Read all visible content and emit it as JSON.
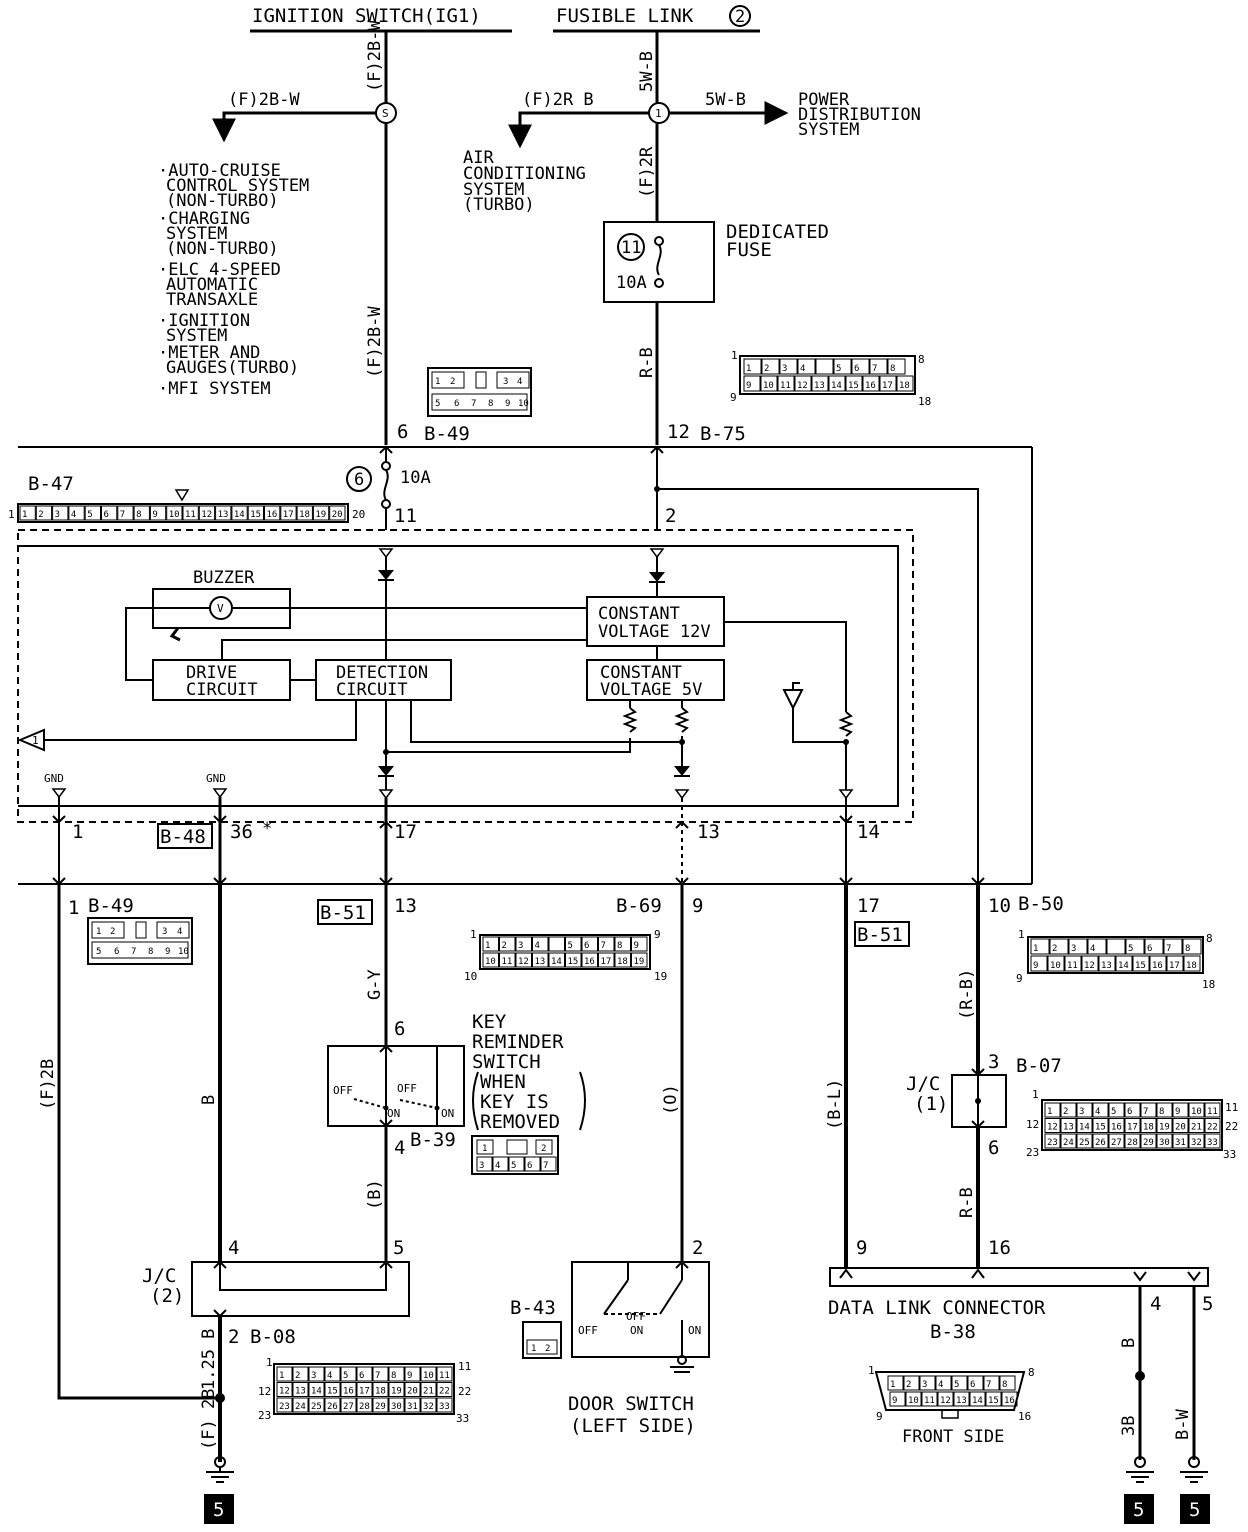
{
  "sources": {
    "ignition": "IGNITION SWITCH(IG1)",
    "fusible": "FUSIBLE LINK ",
    "fusible_num": "2"
  },
  "wires": {
    "ig_top": "(F)2B-W",
    "ig_branch": "(F)2B-W",
    "ig_mid": "(F)2B-W",
    "fl_top": "5W-B",
    "fl_branch": "(F)2R B",
    "fl_power": "5W-B",
    "fl_mid": "(F)2R",
    "fuse_out": "R-B",
    "gy": "G-Y",
    "b_key": "(B)",
    "o_door": "(O)",
    "bl": "(B-L)",
    "rb_upper": "(R-B)",
    "rb_lower": "R-B",
    "f2b": "(F)2B",
    "b_main": "B",
    "b125": "1.25 B",
    "f2b_bot": "(F) 2B",
    "b_dlc": "B",
    "b3": "3B",
    "bw": "B-W"
  },
  "ig_loads": [
    "·AUTO-CRUISE",
    "CONTROL SYSTEM",
    "(NON-TURBO)",
    "·CHARGING",
    "SYSTEM",
    "(NON-TURBO)",
    "·ELC 4-SPEED",
    "AUTOMATIC",
    "TRANSAXLE",
    "·IGNITION",
    "SYSTEM",
    "·METER AND",
    "GAUGES(TURBO)",
    "·MFI SYSTEM"
  ],
  "ac_load": [
    "AIR",
    "CONDITIONING",
    "SYSTEM",
    "(TURBO)"
  ],
  "power_dist": [
    "POWER",
    "DISTRIBUTION",
    "SYSTEM"
  ],
  "splices": {
    "s": "S",
    "one": "1"
  },
  "dedicated_fuse": {
    "label1": "DEDICATED",
    "label2": "FUSE",
    "num": "11",
    "rating": "10A"
  },
  "fuse6": {
    "num": "6",
    "rating": "10A"
  },
  "connectors": {
    "b49": "B-49",
    "b75": "B-75",
    "b47": "B-47",
    "b48": "B-48",
    "b51": "B-51",
    "b51b": "B-51",
    "b69": "B-69",
    "b50": "B-50",
    "b07": "B-07",
    "b39": "B-39",
    "b08": "B-08",
    "b43": "B-43",
    "b38": "B-38"
  },
  "pins": {
    "p6": "6",
    "p12": "12",
    "p11": "11",
    "p2": "2",
    "p1": "1",
    "p36": "36",
    "p36star": "*",
    "p17": "17",
    "p13": "13",
    "p14": "14",
    "q1": "1",
    "q13": "13",
    "q9": "9",
    "q17": "17",
    "q10": "10",
    "k6": "6",
    "k4": "4",
    "jc3": "3",
    "jc6": "6",
    "jc2_4": "4",
    "jc2_5": "5",
    "jc2_2": "2",
    "d2": "2",
    "dl9": "9",
    "dl16": "16",
    "dl4": "4",
    "dl5": "5"
  },
  "module": {
    "buzzer": "BUZZER",
    "cv12_1": "CONSTANT",
    "cv12_2": "VOLTAGE 12V",
    "cv5_1": "CONSTANT",
    "cv5_2": "VOLTAGE 5V",
    "drive_1": "DRIVE",
    "drive_2": "CIRCUIT",
    "det_1": "DETECTION",
    "det_2": "CIRCUIT",
    "gnd1": "GND",
    "gnd2": "GND",
    "arrow": "1"
  },
  "key_switch": {
    "l1": "KEY",
    "l2": "REMINDER",
    "l3": "SWITCH",
    "l4": "WHEN",
    "l5": "KEY IS",
    "l6": "REMOVED",
    "off1": "OFF",
    "on1": "ON",
    "off2": "OFF",
    "on2": "ON"
  },
  "jc": {
    "jc1_a": "J/C",
    "jc1_b": "(1)",
    "jc2_a": "J/C",
    "jc2_b": "(2)"
  },
  "door": {
    "l1": "DOOR SWITCH",
    "l2": "(LEFT SIDE)",
    "off1": "OFF",
    "off2": "OFF",
    "on1": "ON",
    "on2": "ON"
  },
  "dlc": {
    "l1": "DATA LINK CONNECTOR",
    "front": "FRONT SIDE"
  },
  "ground_ref": "5",
  "pinouts": {
    "b49_top": [
      "1",
      "2",
      "",
      "3",
      "4",
      "5",
      "6",
      "7",
      "8",
      "9",
      "10"
    ],
    "b75": {
      "row1": [
        "1",
        "2",
        "3",
        "4",
        "",
        "5",
        "6",
        "7",
        "8"
      ],
      "row2": [
        "9",
        "10",
        "11",
        "12",
        "13",
        "14",
        "15",
        "16",
        "17",
        "18"
      ],
      "c1": "1",
      "c8": "8",
      "c9": "9",
      "c18": "18"
    },
    "b47": {
      "row": [
        "1",
        "2",
        "3",
        "4",
        "5",
        "6",
        "7",
        "8",
        "9",
        "10",
        "11",
        "12",
        "13",
        "14",
        "15",
        "16",
        "17",
        "18",
        "19",
        "20"
      ],
      "c1": "1",
      "c20": "20"
    },
    "b69": {
      "row1": [
        "1",
        "2",
        "3",
        "4",
        "",
        "5",
        "6",
        "7",
        "8",
        "9"
      ],
      "row2": [
        "10",
        "11",
        "12",
        "13",
        "14",
        "15",
        "16",
        "17",
        "18",
        "19"
      ],
      "c1": "1",
      "c9": "9",
      "c10": "10",
      "c19": "19"
    },
    "b50": {
      "row1": [
        "1",
        "2",
        "3",
        "4",
        "",
        "5",
        "6",
        "7",
        "8"
      ],
      "row2": [
        "9",
        "10",
        "11",
        "12",
        "13",
        "14",
        "15",
        "16",
        "17",
        "18"
      ],
      "c1": "1",
      "c8": "8",
      "c9": "9",
      "c18": "18"
    },
    "b07": {
      "row1": [
        "1",
        "2",
        "3",
        "4",
        "5",
        "6",
        "7",
        "8",
        "9",
        "10",
        "11"
      ],
      "row2": [
        "12",
        "13",
        "14",
        "15",
        "16",
        "17",
        "18",
        "19",
        "20",
        "21",
        "22"
      ],
      "row3": [
        "23",
        "24",
        "25",
        "26",
        "27",
        "28",
        "29",
        "30",
        "31",
        "32",
        "33"
      ],
      "c1": "1",
      "c11": "11",
      "c12": "12",
      "c22": "22",
      "c23": "23",
      "c33": "33"
    },
    "b08": {
      "row1": [
        "1",
        "2",
        "3",
        "4",
        "5",
        "6",
        "7",
        "8",
        "9",
        "10",
        "11"
      ],
      "row2": [
        "12",
        "13",
        "14",
        "15",
        "16",
        "17",
        "18",
        "19",
        "20",
        "21",
        "22"
      ],
      "row3": [
        "23",
        "24",
        "25",
        "26",
        "27",
        "28",
        "29",
        "30",
        "31",
        "32",
        "33"
      ],
      "c1": "1",
      "c11": "11",
      "c12": "12",
      "c22": "22",
      "c23": "23",
      "c33": "33"
    },
    "b39": {
      "row1": [
        "1",
        "",
        "2"
      ],
      "row2": [
        "3",
        "4",
        "5",
        "6",
        "7"
      ]
    },
    "b43": [
      "1",
      "2"
    ],
    "b38": {
      "row1": [
        "1",
        "2",
        "3",
        "4",
        "5",
        "6",
        "7",
        "8"
      ],
      "row2": [
        "9",
        "10",
        "11",
        "12",
        "13",
        "14",
        "15",
        "16"
      ],
      "c1": "1",
      "c8": "8",
      "c9": "9",
      "c16": "16"
    }
  }
}
